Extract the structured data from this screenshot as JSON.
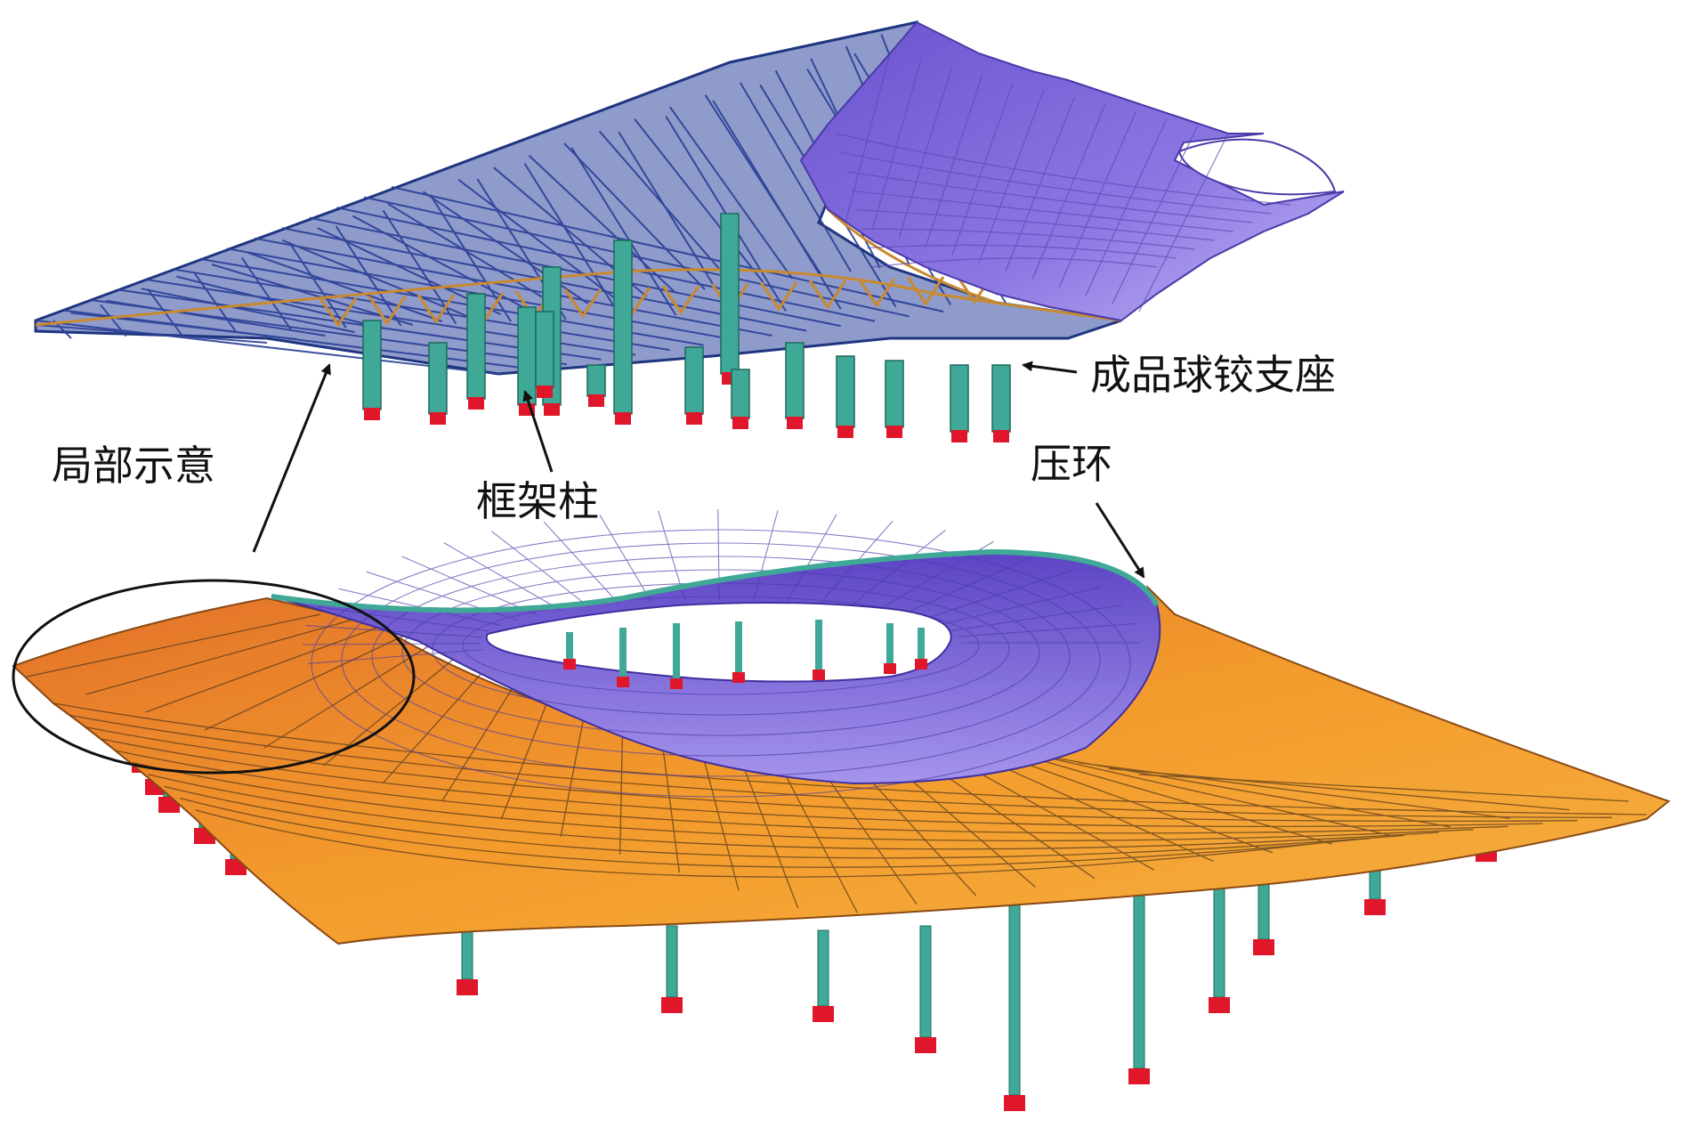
{
  "labels": {
    "bearing": "成品球铰支座",
    "local_view": "局部示意",
    "frame_column": "框架柱",
    "compression_ring": "压环"
  },
  "colors": {
    "background": "#ffffff",
    "membrane_purple": "#7b63d8",
    "membrane_purple_light": "#a898ee",
    "truss_blue": "#2e4aa8",
    "truss_orange": "#c98a2e",
    "column_teal": "#3fa896",
    "support_red": "#e0162b",
    "roof_orange": "#f09a2a",
    "roof_orange_dark": "#d4651c",
    "grid_line": "#5a3a1a",
    "annotation": "#111111"
  },
  "icons": {
    "arrow": "arrow-head",
    "ellipse": "highlight-ellipse"
  }
}
